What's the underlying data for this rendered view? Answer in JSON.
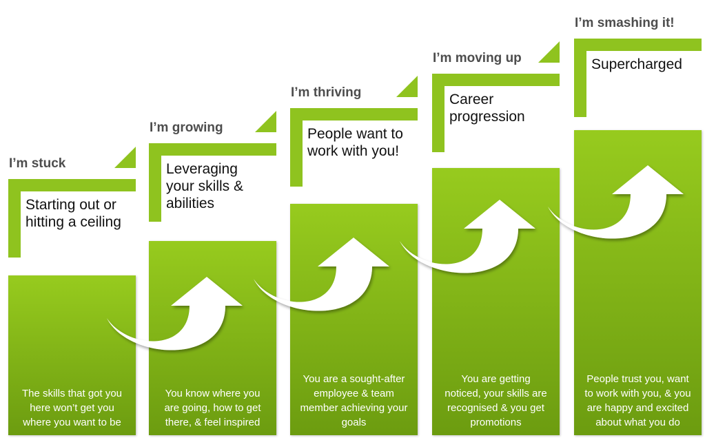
{
  "colors": {
    "green": "#8fc31f",
    "bar_top": "#97cb1e",
    "bar_bottom": "#6c9c10"
  },
  "steps": [
    {
      "heading": "I’m stuck",
      "subtitle": "Starting out or hitting a ceiling",
      "description": "The skills that got you here won’t get you where you want to be"
    },
    {
      "heading": "I’m growing",
      "subtitle": "Leveraging your skills & abilities",
      "description": "You know where you are going, how to get there, & feel inspired"
    },
    {
      "heading": "I’m thriving",
      "subtitle": "People want to work with you!",
      "description": "You are a sought-after employee & team member achieving your goals"
    },
    {
      "heading": "I’m moving up",
      "subtitle": "Career progression",
      "description": "You are getting noticed, your skills are recognised & you get promotions"
    },
    {
      "heading": "I’m smashing it!",
      "subtitle": "Supercharged",
      "description": "People trust you, want to work with you, & you are happy and excited about what you do"
    }
  ]
}
